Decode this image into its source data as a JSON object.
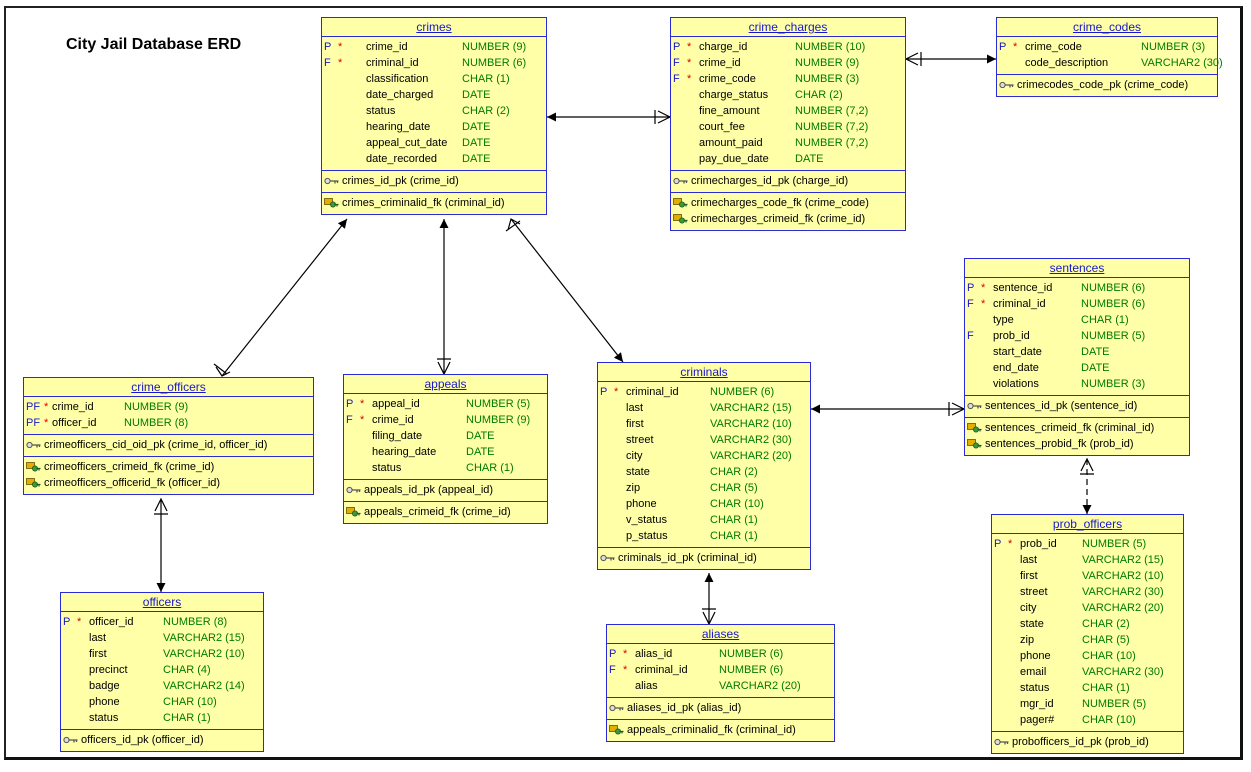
{
  "title": "City Jail Database ERD",
  "tables": [
    {
      "id": "crimes",
      "name": "crimes",
      "cx": [
        16,
        28,
        44,
        140
      ],
      "columns": [
        {
          "flag": "P",
          "req": "*",
          "name": "crime_id",
          "type": "NUMBER (9)"
        },
        {
          "flag": "F",
          "req": "*",
          "name": "criminal_id",
          "type": "NUMBER (6)"
        },
        {
          "flag": "",
          "req": "",
          "name": "classification",
          "type": "CHAR (1)"
        },
        {
          "flag": "",
          "req": "",
          "name": "date_charged",
          "type": "DATE"
        },
        {
          "flag": "",
          "req": "",
          "name": "status",
          "type": "CHAR (2)"
        },
        {
          "flag": "",
          "req": "",
          "name": "hearing_date",
          "type": "DATE"
        },
        {
          "flag": "",
          "req": "",
          "name": "appeal_cut_date",
          "type": "DATE"
        },
        {
          "flag": "",
          "req": "",
          "name": "date_recorded",
          "type": "DATE"
        }
      ],
      "pks": [
        "crimes_id_pk (crime_id)"
      ],
      "fks": [
        "crimes_criminalid_fk (criminal_id)"
      ]
    },
    {
      "id": "crime_charges",
      "name": "crime_charges",
      "cx": [
        16,
        28,
        28,
        124
      ],
      "columns": [
        {
          "flag": "P",
          "req": "*",
          "name": "charge_id",
          "type": "NUMBER (10)"
        },
        {
          "flag": "F",
          "req": "*",
          "name": "crime_id",
          "type": "NUMBER (9)"
        },
        {
          "flag": "F",
          "req": "*",
          "name": "crime_code",
          "type": "NUMBER (3)"
        },
        {
          "flag": "",
          "req": "",
          "name": "charge_status",
          "type": "CHAR (2)"
        },
        {
          "flag": "",
          "req": "",
          "name": "fine_amount",
          "type": "NUMBER (7,2)"
        },
        {
          "flag": "",
          "req": "",
          "name": "court_fee",
          "type": "NUMBER (7,2)"
        },
        {
          "flag": "",
          "req": "",
          "name": "amount_paid",
          "type": "NUMBER (7,2)"
        },
        {
          "flag": "",
          "req": "",
          "name": "pay_due_date",
          "type": "DATE"
        }
      ],
      "pks": [
        "crimecharges_id_pk (charge_id)"
      ],
      "fks": [
        "crimecharges_code_fk (crime_code)",
        "crimecharges_crimeid_fk (crime_id)"
      ]
    },
    {
      "id": "crime_codes",
      "name": "crime_codes",
      "cx": [
        16,
        28,
        28,
        144
      ],
      "columns": [
        {
          "flag": "P",
          "req": "*",
          "name": "crime_code",
          "type": "NUMBER (3)"
        },
        {
          "flag": "",
          "req": "",
          "name": "code_description",
          "type": "VARCHAR2 (30)"
        }
      ],
      "pks": [
        "crimecodes_code_pk (crime_code)"
      ],
      "fks": []
    },
    {
      "id": "sentences",
      "name": "sentences",
      "cx": [
        16,
        28,
        28,
        116
      ],
      "columns": [
        {
          "flag": "P",
          "req": "*",
          "name": "sentence_id",
          "type": "NUMBER (6)"
        },
        {
          "flag": "F",
          "req": "*",
          "name": "criminal_id",
          "type": "NUMBER (6)"
        },
        {
          "flag": "",
          "req": "",
          "name": "type",
          "type": "CHAR (1)"
        },
        {
          "flag": "F",
          "req": "",
          "name": "prob_id",
          "type": "NUMBER (5)"
        },
        {
          "flag": "",
          "req": "",
          "name": "start_date",
          "type": "DATE"
        },
        {
          "flag": "",
          "req": "",
          "name": "end_date",
          "type": "DATE"
        },
        {
          "flag": "",
          "req": "",
          "name": "violations",
          "type": "NUMBER (3)"
        }
      ],
      "pks": [
        "sentences_id_pk (sentence_id)"
      ],
      "fks": [
        "sentences_crimeid_fk (criminal_id)",
        "sentences_probid_fk (prob_id)"
      ]
    },
    {
      "id": "crime_officers",
      "name": "crime_officers",
      "cx": [
        20,
        20,
        28,
        100
      ],
      "columns": [
        {
          "flag": "PF",
          "req": "*",
          "name": "crime_id",
          "type": "NUMBER (9)"
        },
        {
          "flag": "PF",
          "req": "*",
          "name": "officer_id",
          "type": "NUMBER (8)"
        }
      ],
      "pks": [
        "crimeofficers_cid_oid_pk (crime_id, officer_id)"
      ],
      "fks": [
        "crimeofficers_crimeid_fk (crime_id)",
        "crimeofficers_officerid_fk (officer_id)"
      ]
    },
    {
      "id": "appeals",
      "name": "appeals",
      "cx": [
        16,
        28,
        28,
        122
      ],
      "columns": [
        {
          "flag": "P",
          "req": "*",
          "name": "appeal_id",
          "type": "NUMBER (5)"
        },
        {
          "flag": "F",
          "req": "*",
          "name": "crime_id",
          "type": "NUMBER (9)"
        },
        {
          "flag": "",
          "req": "",
          "name": "filing_date",
          "type": "DATE"
        },
        {
          "flag": "",
          "req": "",
          "name": "hearing_date",
          "type": "DATE"
        },
        {
          "flag": "",
          "req": "",
          "name": "status",
          "type": "CHAR (1)"
        }
      ],
      "pks": [
        "appeals_id_pk (appeal_id)"
      ],
      "fks": [
        "appeals_crimeid_fk (crime_id)"
      ]
    },
    {
      "id": "criminals",
      "name": "criminals",
      "cx": [
        16,
        28,
        28,
        112
      ],
      "columns": [
        {
          "flag": "P",
          "req": "*",
          "name": "criminal_id",
          "type": "NUMBER (6)"
        },
        {
          "flag": "",
          "req": "",
          "name": "last",
          "type": "VARCHAR2 (15)"
        },
        {
          "flag": "",
          "req": "",
          "name": "first",
          "type": "VARCHAR2 (10)"
        },
        {
          "flag": "",
          "req": "",
          "name": "street",
          "type": "VARCHAR2 (30)"
        },
        {
          "flag": "",
          "req": "",
          "name": "city",
          "type": "VARCHAR2 (20)"
        },
        {
          "flag": "",
          "req": "",
          "name": "state",
          "type": "CHAR (2)"
        },
        {
          "flag": "",
          "req": "",
          "name": "zip",
          "type": "CHAR (5)"
        },
        {
          "flag": "",
          "req": "",
          "name": "phone",
          "type": "CHAR (10)"
        },
        {
          "flag": "",
          "req": "",
          "name": "v_status",
          "type": "CHAR (1)"
        },
        {
          "flag": "",
          "req": "",
          "name": "p_status",
          "type": "CHAR (1)"
        }
      ],
      "pks": [
        "criminals_id_pk (criminal_id)"
      ],
      "fks": []
    },
    {
      "id": "officers",
      "name": "officers",
      "cx": [
        16,
        28,
        28,
        102
      ],
      "columns": [
        {
          "flag": "P",
          "req": "*",
          "name": "officer_id",
          "type": "NUMBER (8)"
        },
        {
          "flag": "",
          "req": "",
          "name": "last",
          "type": "VARCHAR2 (15)"
        },
        {
          "flag": "",
          "req": "",
          "name": "first",
          "type": "VARCHAR2 (10)"
        },
        {
          "flag": "",
          "req": "",
          "name": "precinct",
          "type": "CHAR (4)"
        },
        {
          "flag": "",
          "req": "",
          "name": "badge",
          "type": "VARCHAR2 (14)"
        },
        {
          "flag": "",
          "req": "",
          "name": "phone",
          "type": "CHAR (10)"
        },
        {
          "flag": "",
          "req": "",
          "name": "status",
          "type": "CHAR (1)"
        }
      ],
      "pks": [
        "officers_id_pk (officer_id)"
      ],
      "fks": []
    },
    {
      "id": "aliases",
      "name": "aliases",
      "cx": [
        16,
        28,
        28,
        112
      ],
      "columns": [
        {
          "flag": "P",
          "req": "*",
          "name": "alias_id",
          "type": "NUMBER (6)"
        },
        {
          "flag": "F",
          "req": "*",
          "name": "criminal_id",
          "type": "NUMBER (6)"
        },
        {
          "flag": "",
          "req": "",
          "name": "alias",
          "type": "VARCHAR2 (20)"
        }
      ],
      "pks": [
        "aliases_id_pk (alias_id)"
      ],
      "fks": [
        "appeals_criminalid_fk (criminal_id)"
      ]
    },
    {
      "id": "prob_officers",
      "name": "prob_officers",
      "cx": [
        16,
        28,
        28,
        90
      ],
      "columns": [
        {
          "flag": "P",
          "req": "*",
          "name": "prob_id",
          "type": "NUMBER (5)"
        },
        {
          "flag": "",
          "req": "",
          "name": "last",
          "type": "VARCHAR2 (15)"
        },
        {
          "flag": "",
          "req": "",
          "name": "first",
          "type": "VARCHAR2 (10)"
        },
        {
          "flag": "",
          "req": "",
          "name": "street",
          "type": "VARCHAR2 (30)"
        },
        {
          "flag": "",
          "req": "",
          "name": "city",
          "type": "VARCHAR2 (20)"
        },
        {
          "flag": "",
          "req": "",
          "name": "state",
          "type": "CHAR (2)"
        },
        {
          "flag": "",
          "req": "",
          "name": "zip",
          "type": "CHAR (5)"
        },
        {
          "flag": "",
          "req": "",
          "name": "phone",
          "type": "CHAR (10)"
        },
        {
          "flag": "",
          "req": "",
          "name": "email",
          "type": "VARCHAR2 (30)"
        },
        {
          "flag": "",
          "req": "",
          "name": "status",
          "type": "CHAR (1)"
        },
        {
          "flag": "",
          "req": "",
          "name": "mgr_id",
          "type": "NUMBER (5)"
        },
        {
          "flag": "",
          "req": "",
          "name": "pager#",
          "type": "CHAR (10)"
        }
      ],
      "pks": [
        "probofficers_id_pk (prob_id)"
      ],
      "fks": []
    }
  ]
}
